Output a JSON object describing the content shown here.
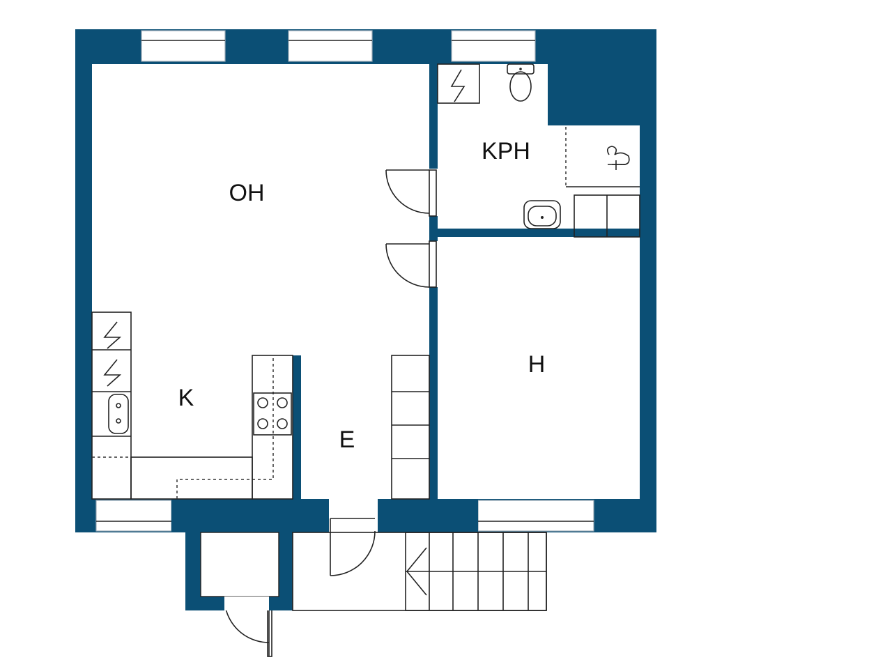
{
  "plan": {
    "wall_color": "#0b4f75",
    "rooms": {
      "living": "OH",
      "bathroom": "KPH",
      "kitchen": "K",
      "entrance": "E",
      "bedroom": "H"
    },
    "fixtures": [
      "toilet-icon",
      "washbasin-icon",
      "shower-icon",
      "stove-icon",
      "sink-icon",
      "electric-panel-icon"
    ]
  }
}
